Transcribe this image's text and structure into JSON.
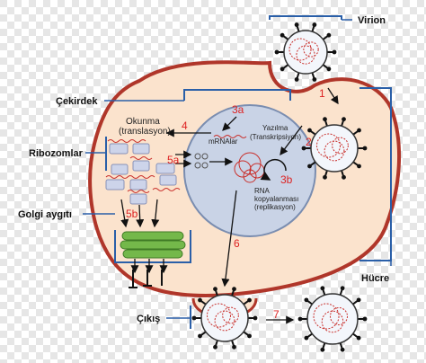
{
  "labels": {
    "virion": "Virion",
    "cekirdek": "Çekirdek",
    "ribozomlar": "Ribozomlar",
    "golgi": "Golgi aygıtı",
    "hucre": "Hücre",
    "cikis": "Çıkış"
  },
  "steps": {
    "s1": "1",
    "s2": "2",
    "s3a": "3a",
    "s3b": "3b",
    "s4": "4",
    "s5a": "5a",
    "s5b": "5b",
    "s6": "6",
    "s7": "7"
  },
  "processes": {
    "okunma": "Okunma",
    "translasyon": "(translasyon)",
    "mrnalar": "mRNAlar",
    "yazilma": "Yazılma",
    "transkripsiyon": "(Transkripsiyon)",
    "rna_kopya1": "RNA",
    "rna_kopya2": "kopyalanması",
    "rna_kopya3": "(replikasyon)"
  },
  "colors": {
    "cytoplasm": "#fbe3cd",
    "membrane": "#b0362a",
    "nucleus": "#c9d3e6",
    "bracket": "#2a5fa8",
    "step_red": "#d22222",
    "golgi": "#74b84a",
    "virus_red": "#c9302c"
  }
}
